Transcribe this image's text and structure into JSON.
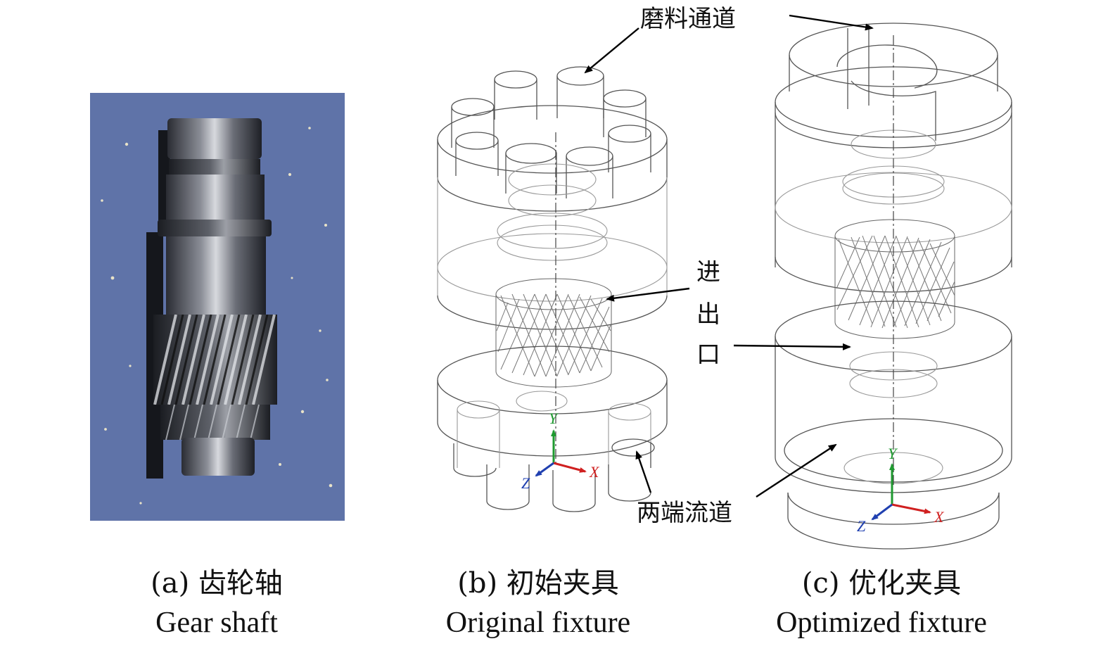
{
  "labels": {
    "abrasive_channel": "磨料通道",
    "inlet_outlet": [
      "进",
      "出",
      "口"
    ],
    "end_channels": "两端流道"
  },
  "axes": {
    "x": "X",
    "y": "Y",
    "z": "Z"
  },
  "panels": [
    {
      "id": "a",
      "caption_cn": "(a) 齿轮轴",
      "caption_en": "Gear shaft"
    },
    {
      "id": "b",
      "caption_cn": "(b) 初始夹具",
      "caption_en": "Original fixture"
    },
    {
      "id": "c",
      "caption_cn": "(c) 优化夹具",
      "caption_en": "Optimized fixture"
    }
  ],
  "colors": {
    "photo_background": "#5f73a8",
    "axis_x": "#d02020",
    "axis_y": "#1f9a30",
    "axis_z": "#2040b0"
  }
}
